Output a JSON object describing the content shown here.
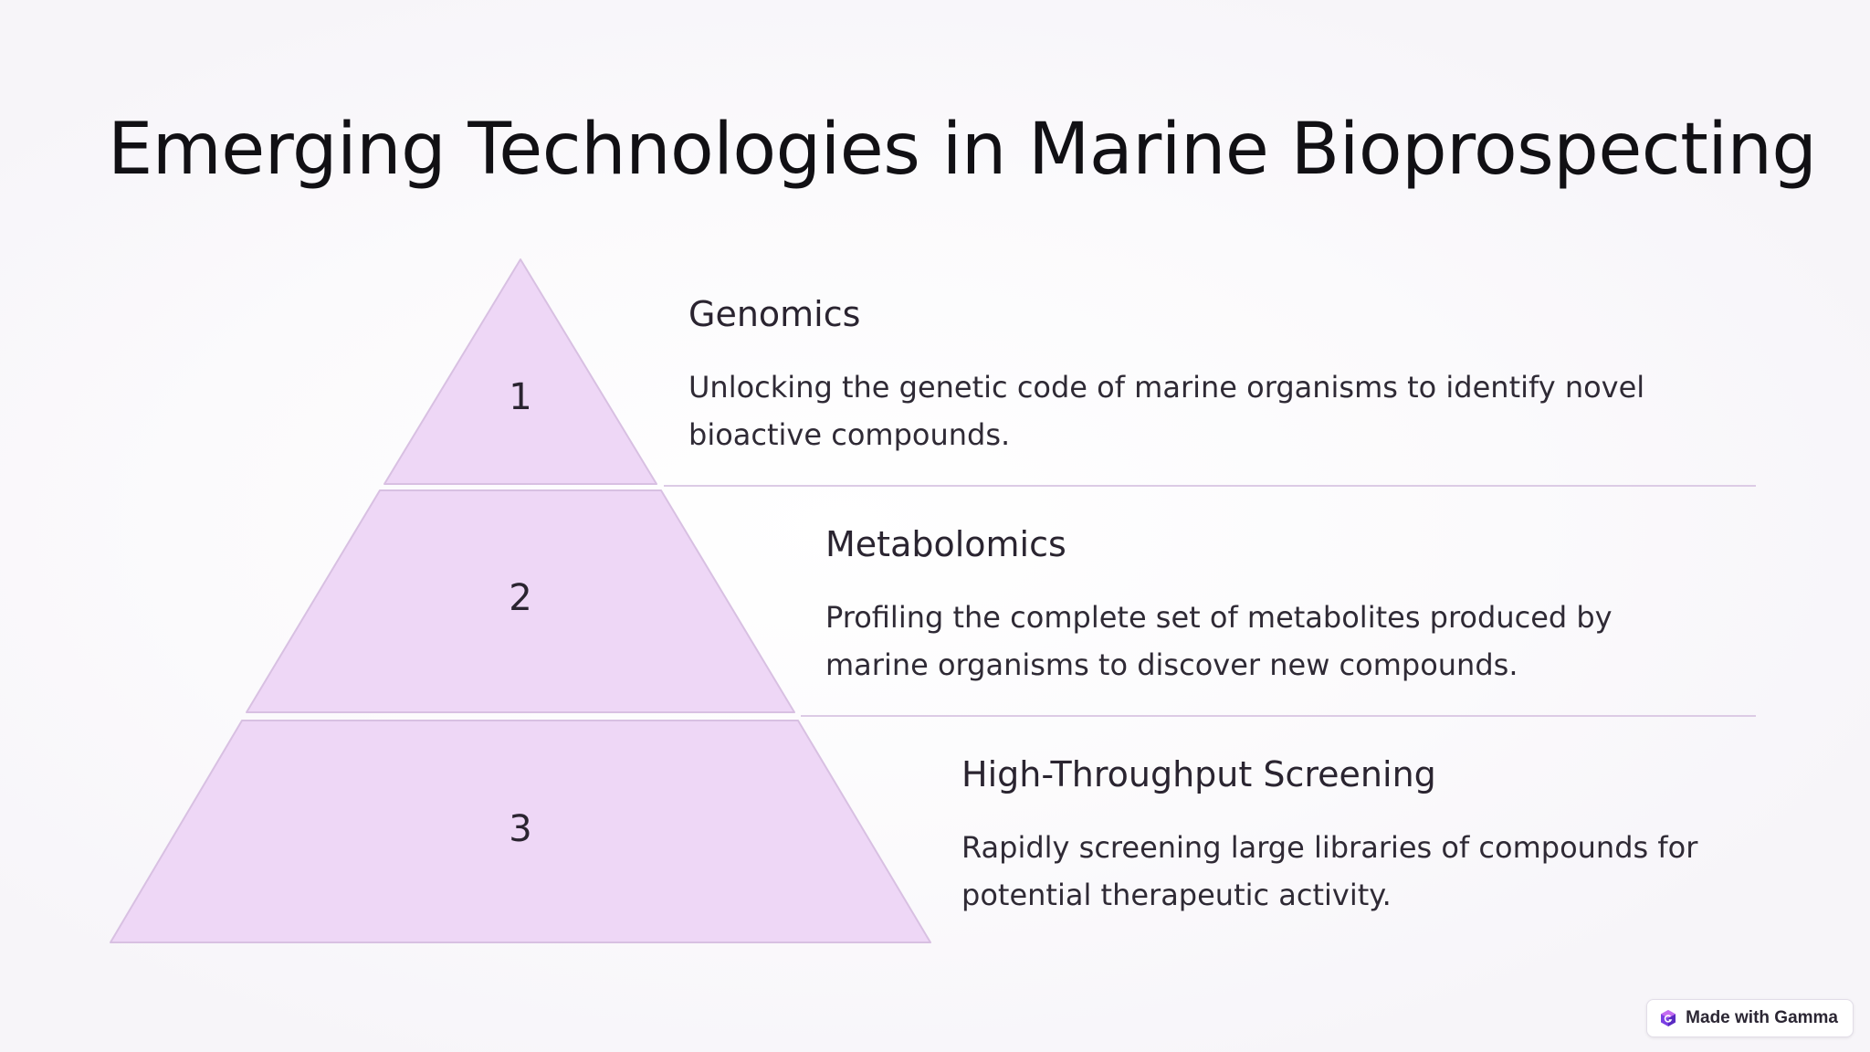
{
  "title": "Emerging Technologies in Marine Bioprospecting",
  "colors": {
    "tier_fill": "#eed7f6",
    "tier_stroke": "#d8c0e2",
    "divider": "#dccbe5"
  },
  "tiers": [
    {
      "number": "1",
      "heading": "Genomics",
      "description": "Unlocking the genetic code of marine organisms to identify novel bioactive compounds."
    },
    {
      "number": "2",
      "heading": "Metabolomics",
      "description": "Profiling the complete set of metabolites produced by marine organisms to discover new compounds."
    },
    {
      "number": "3",
      "heading": "High-Throughput Screening",
      "description": "Rapidly screening large libraries of compounds for potential therapeutic activity."
    }
  ],
  "badge": {
    "label": "Made with Gamma",
    "icon": "gamma-logo-icon"
  }
}
